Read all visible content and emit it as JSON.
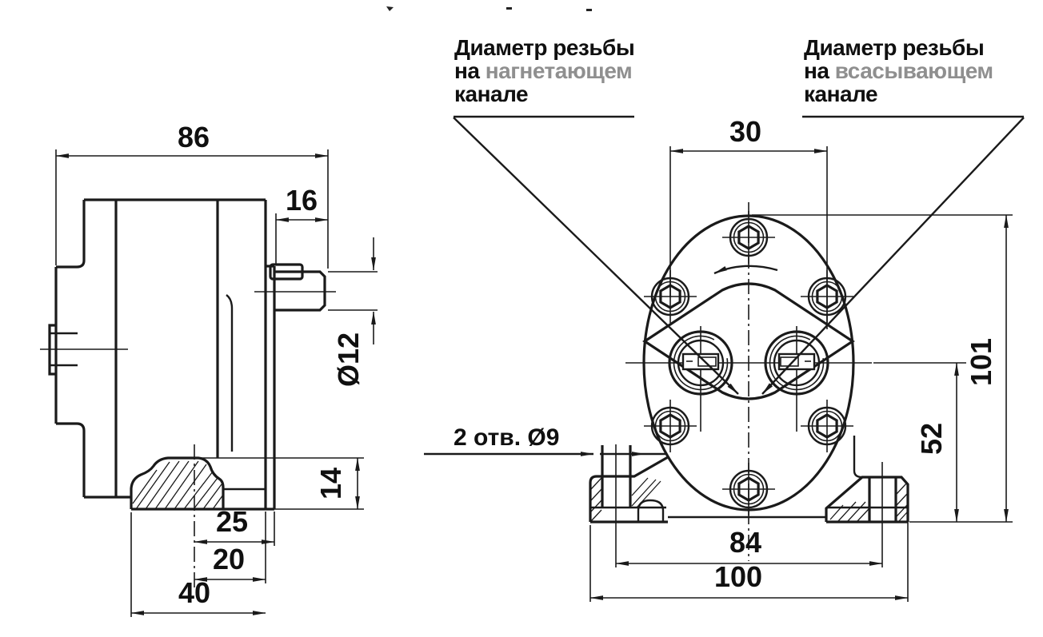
{
  "drawing": {
    "title": "gear pump dimensional drawing",
    "annotations": {
      "discharge": {
        "line1": "Диаметр резьбы",
        "prefix": "на ",
        "channel": "нагнетающем",
        "line3": "канале"
      },
      "suction": {
        "line1": "Диаметр резьбы",
        "prefix": "на ",
        "channel": "всасывающем",
        "line3": "канале"
      },
      "holes_note": "2 отв. Ø9"
    },
    "side_view": {
      "overall_width": "86",
      "boss_length": "16",
      "shaft_diameter": "Ø12",
      "foot_height": "14",
      "hole_to_front": "25",
      "hole_to_body": "20",
      "foot_length": "40"
    },
    "front_view": {
      "port_spacing": "30",
      "overall_height": "101",
      "axis_height": "52",
      "hole_spacing": "84",
      "base_width": "100"
    },
    "colors": {
      "line": "#1a1a1a",
      "gray_text": "#8f8f8f",
      "background": "#ffffff"
    }
  }
}
